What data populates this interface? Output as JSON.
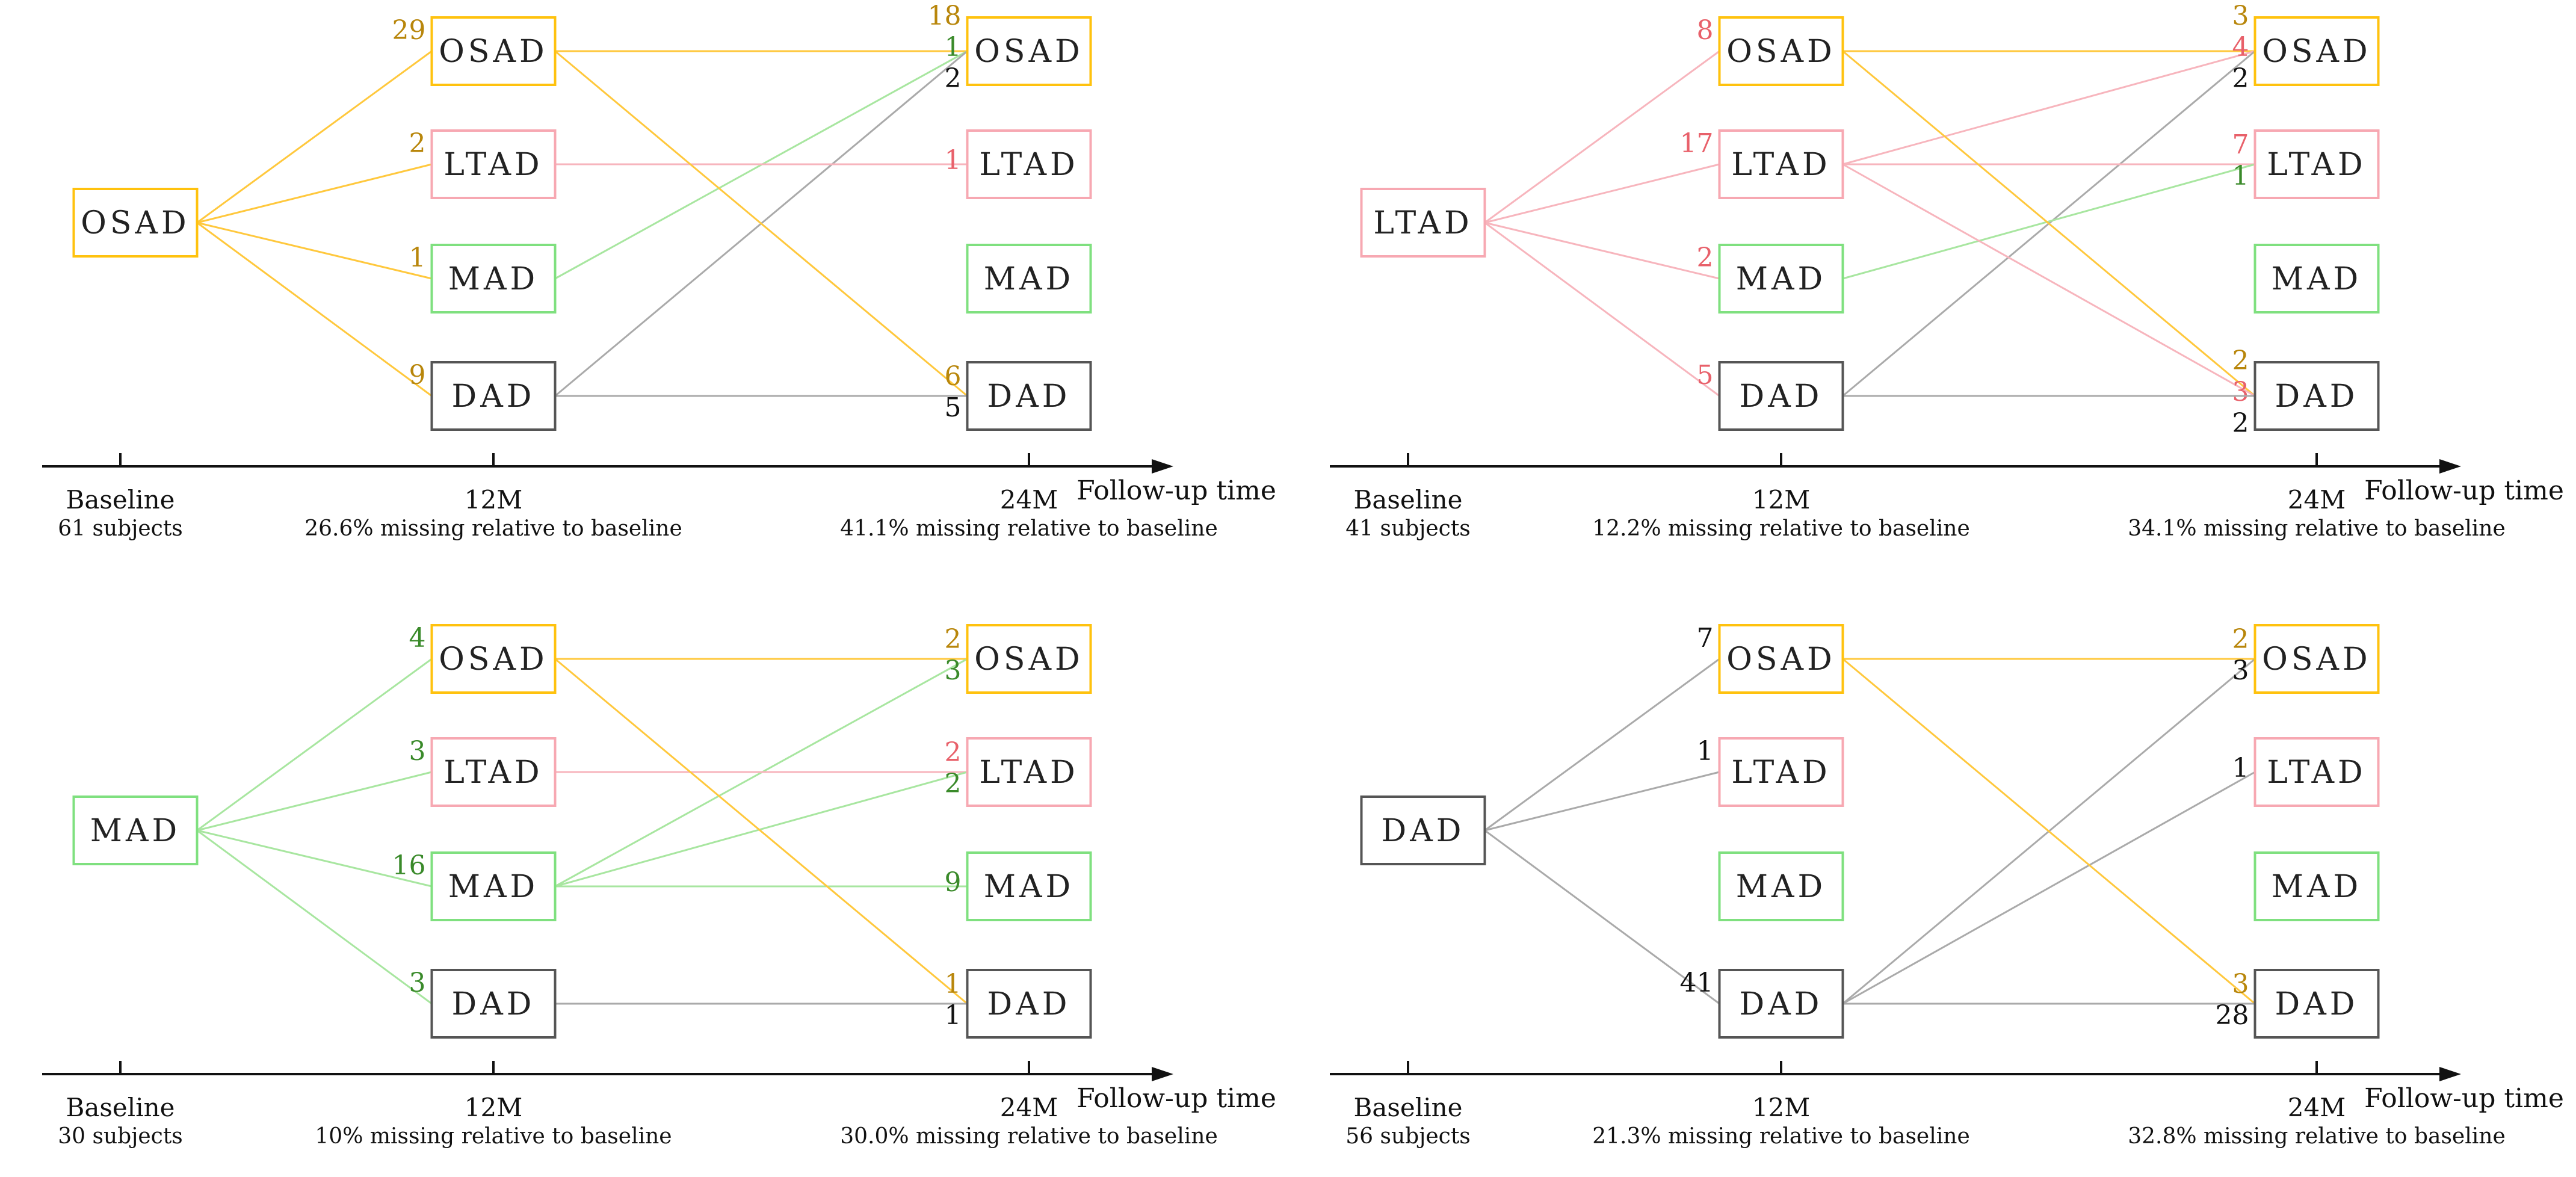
{
  "colors": {
    "OSAD": "#FFC20E",
    "LTAD": "#F7A8B2",
    "MAD": "#7FE07F",
    "DAD": "#555555",
    "count_OSAD": "#B8860B",
    "count_LTAD": "#E8606A",
    "count_MAD": "#3A8A2A",
    "count_DAD": "#111111",
    "line_OSAD": "#FFC83D",
    "line_LTAD": "#F7B5BD",
    "line_MAD": "#A8E6A0",
    "line_DAD": "#AAAAAA"
  },
  "categories": [
    "OSAD",
    "LTAD",
    "MAD",
    "DAD"
  ],
  "axis": {
    "times": [
      "Baseline",
      "12M",
      "24M"
    ],
    "followup_label": "Follow-up time"
  },
  "panels": [
    {
      "baseline": "OSAD",
      "baseline_caption": "61 subjects",
      "m12_caption": "26.6% missing  relative to baseline",
      "m24_caption": "41.1% missing relative to baseline",
      "first_transitions": [
        {
          "to": "OSAD",
          "count": "29"
        },
        {
          "to": "LTAD",
          "count": "2"
        },
        {
          "to": "MAD",
          "count": "1"
        },
        {
          "to": "DAD",
          "count": "9"
        }
      ],
      "second_transitions": [
        {
          "from": "OSAD",
          "to": "OSAD",
          "count": "18"
        },
        {
          "from": "MAD",
          "to": "OSAD",
          "count": "1"
        },
        {
          "from": "DAD",
          "to": "OSAD",
          "count": "2"
        },
        {
          "from": "LTAD",
          "to": "LTAD",
          "count": "1"
        },
        {
          "from": "OSAD",
          "to": "DAD",
          "count": "6"
        },
        {
          "from": "DAD",
          "to": "DAD",
          "count": "5"
        }
      ]
    },
    {
      "baseline": "LTAD",
      "baseline_caption": "41 subjects",
      "m12_caption": "12.2% missing relative to baseline",
      "m24_caption": "34.1% missing relative to baseline",
      "first_transitions": [
        {
          "to": "OSAD",
          "count": "8"
        },
        {
          "to": "LTAD",
          "count": "17"
        },
        {
          "to": "MAD",
          "count": "2"
        },
        {
          "to": "DAD",
          "count": "5"
        }
      ],
      "second_transitions": [
        {
          "from": "OSAD",
          "to": "OSAD",
          "count": "3"
        },
        {
          "from": "LTAD",
          "to": "OSAD",
          "count": "4"
        },
        {
          "from": "DAD",
          "to": "OSAD",
          "count": "2"
        },
        {
          "from": "LTAD",
          "to": "LTAD",
          "count": "7"
        },
        {
          "from": "MAD",
          "to": "LTAD",
          "count": "1"
        },
        {
          "from": "OSAD",
          "to": "DAD",
          "count": "2"
        },
        {
          "from": "LTAD",
          "to": "DAD",
          "count": "3"
        },
        {
          "from": "DAD",
          "to": "DAD",
          "count": "2"
        }
      ]
    },
    {
      "baseline": "MAD",
      "baseline_caption": "30 subjects",
      "m12_caption": "10% missing  relative to baseline",
      "m24_caption": "30.0% missing relative to baseline",
      "first_transitions": [
        {
          "to": "OSAD",
          "count": "4"
        },
        {
          "to": "LTAD",
          "count": "3"
        },
        {
          "to": "MAD",
          "count": "16"
        },
        {
          "to": "DAD",
          "count": "3"
        }
      ],
      "second_transitions": [
        {
          "from": "OSAD",
          "to": "OSAD",
          "count": "2"
        },
        {
          "from": "MAD",
          "to": "OSAD",
          "count": "3"
        },
        {
          "from": "LTAD",
          "to": "LTAD",
          "count": "2"
        },
        {
          "from": "MAD",
          "to": "LTAD",
          "count": "2"
        },
        {
          "from": "MAD",
          "to": "MAD",
          "count": "9"
        },
        {
          "from": "OSAD",
          "to": "DAD",
          "count": "1"
        },
        {
          "from": "DAD",
          "to": "DAD",
          "count": "1"
        }
      ]
    },
    {
      "baseline": "DAD",
      "baseline_caption": "56 subjects",
      "m12_caption": "21.3% missing  relative to baseline",
      "m24_caption": "32.8% missing  relative to baseline",
      "first_transitions": [
        {
          "to": "OSAD",
          "count": "7"
        },
        {
          "to": "LTAD",
          "count": "1"
        },
        {
          "to": "DAD",
          "count": "41"
        }
      ],
      "second_transitions": [
        {
          "from": "OSAD",
          "to": "OSAD",
          "count": "2"
        },
        {
          "from": "DAD",
          "to": "OSAD",
          "count": "3"
        },
        {
          "from": "DAD",
          "to": "LTAD",
          "count": "1"
        },
        {
          "from": "OSAD",
          "to": "DAD",
          "count": "3"
        },
        {
          "from": "DAD",
          "to": "DAD",
          "count": "28"
        }
      ]
    }
  ]
}
